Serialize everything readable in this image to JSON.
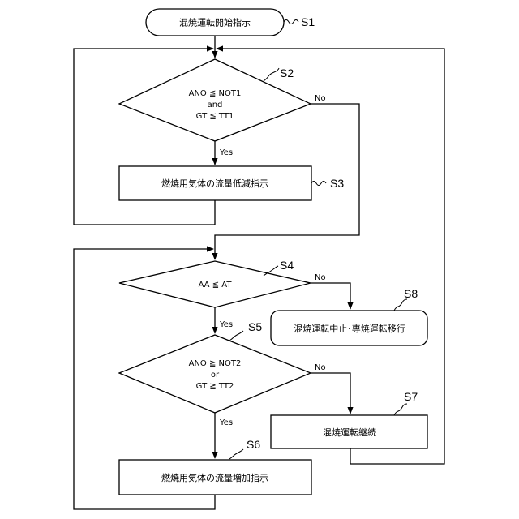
{
  "steps": {
    "s1": {
      "label": "S1",
      "text": "混焼運転開始指示"
    },
    "s2": {
      "label": "S2",
      "line1": "ANO ≦ NOT1",
      "line2": "and",
      "line3": "GT ≦ TT1",
      "yes": "Yes",
      "no": "No"
    },
    "s3": {
      "label": "S3",
      "text": "燃焼用気体の流量低減指示"
    },
    "s4": {
      "label": "S4",
      "text": "AA ≦ AT",
      "yes": "Yes",
      "no": "No"
    },
    "s5": {
      "label": "S5",
      "line1": "ANO ≧ NOT2",
      "line2": "or",
      "line3": "GT ≧ TT2",
      "yes": "Yes",
      "no": "No"
    },
    "s6": {
      "label": "S6",
      "text": "燃焼用気体の流量増加指示"
    },
    "s7": {
      "label": "S7",
      "text": "混焼運転継続"
    },
    "s8": {
      "label": "S8",
      "text": "混焼運転中止･専焼運転移行"
    }
  }
}
